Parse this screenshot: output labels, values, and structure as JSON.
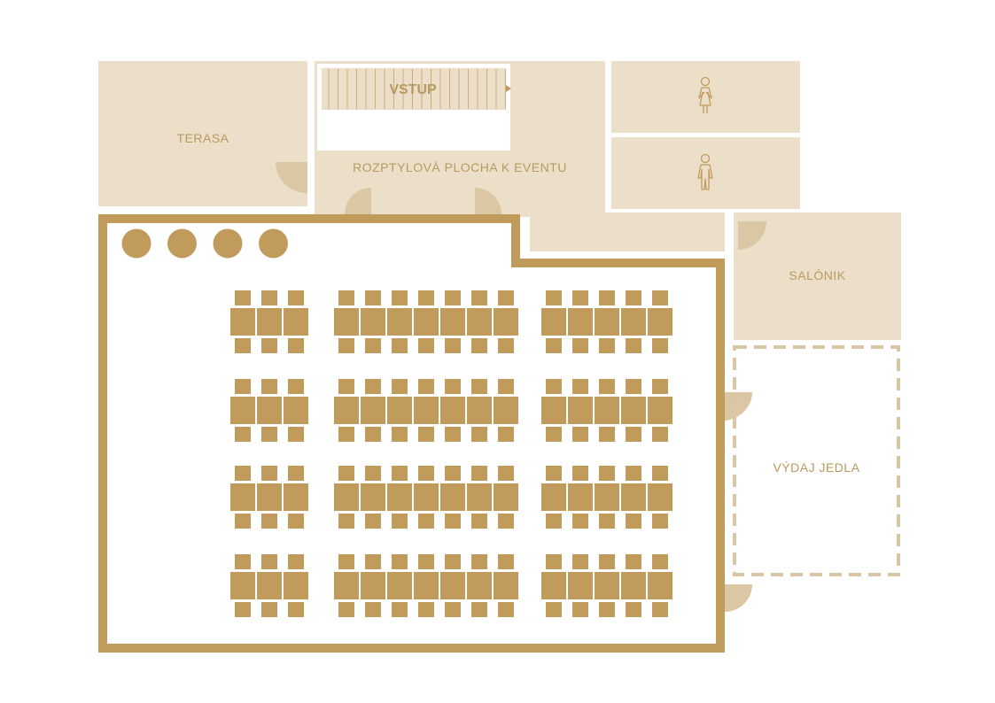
{
  "colors": {
    "room_fill": "#ebdfc9",
    "wall": "#c19b5c",
    "furniture": "#c19b5c",
    "door_swing": "#dcc7a5",
    "label": "#b89a5e",
    "dashed_border": "#d9c6a4",
    "background": "#ffffff"
  },
  "rooms": {
    "terrace": "TERASA",
    "lobby": "ROZPTYLOVÁ PLOCHA K EVENTU",
    "entrance": "VSTUP",
    "lounge": "SALÓNIK",
    "food_service": "VÝDAJ JEDLA"
  },
  "restrooms": [
    {
      "icon": "woman-restroom-icon"
    },
    {
      "icon": "man-restroom-icon"
    }
  ],
  "hall": {
    "round_columns": 4,
    "table_block_rows": 4,
    "table_blocks_per_row": [
      {
        "seats_per_side": 3
      },
      {
        "seats_per_side": 7
      },
      {
        "seats_per_side": 5
      }
    ]
  }
}
